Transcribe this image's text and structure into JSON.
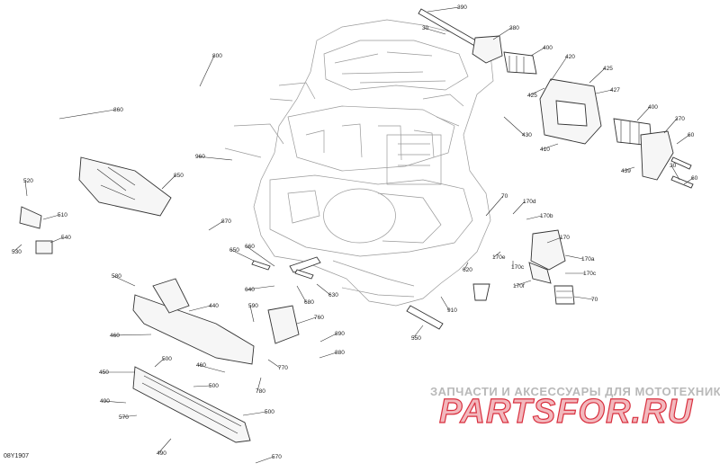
{
  "watermark": {
    "line1": "ЗАПЧАСТИ И АКСЕССУАРЫ ДЛЯ МОТОТЕХНИКИ",
    "logo": "PARTSFOR.RU",
    "colors": {
      "text": "#b9b9b9",
      "logo_fill": "#f2b8bd",
      "logo_outline": "#d9303f"
    }
  },
  "drawing_code": "08Y1907",
  "callouts": [
    "390",
    "30",
    "380",
    "400",
    "420",
    "425",
    "425",
    "427",
    "400",
    "370",
    "60",
    "430",
    "410",
    "439",
    "30",
    "60",
    "800",
    "860",
    "850",
    "960",
    "520",
    "510",
    "540",
    "530",
    "870",
    "650",
    "660",
    "580",
    "640",
    "680",
    "630",
    "440",
    "460",
    "450",
    "490",
    "570",
    "490",
    "500",
    "460",
    "500",
    "500",
    "570",
    "760",
    "890",
    "880",
    "770",
    "780",
    "590",
    "70",
    "170d",
    "170b",
    "170",
    "170e",
    "170c",
    "170a",
    "170c",
    "170f",
    "70",
    "620",
    "910",
    "550"
  ]
}
